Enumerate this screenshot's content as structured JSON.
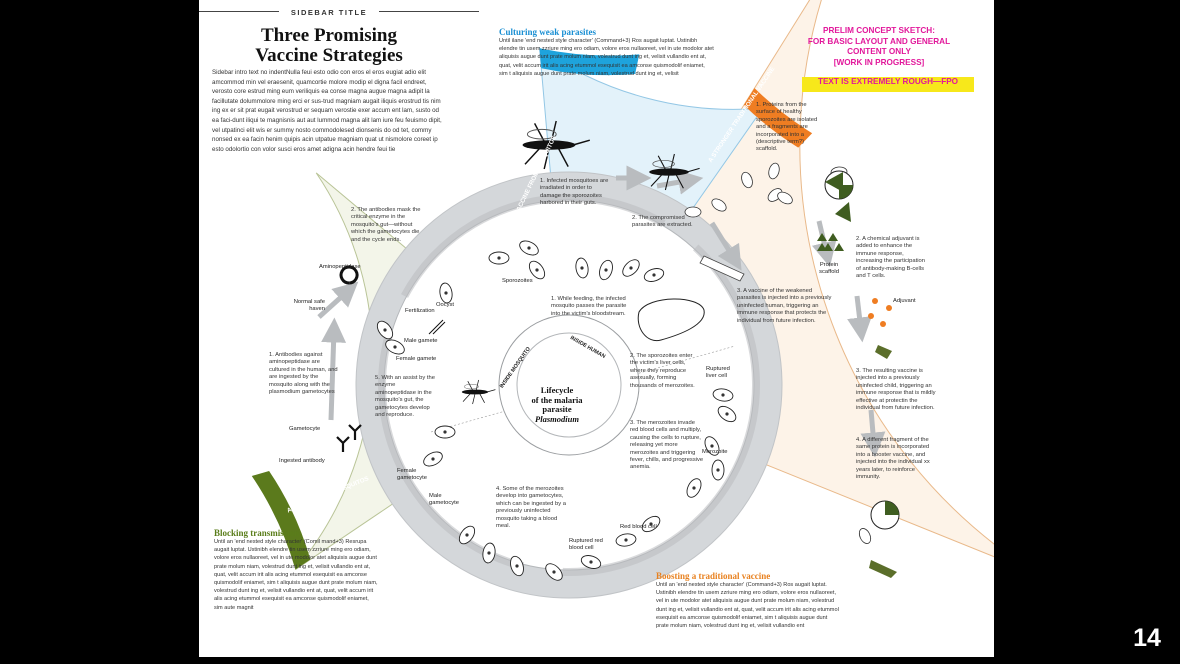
{
  "sidebar_title": "SIDEBAR TITLE",
  "headline_line1": "Three Promising",
  "headline_line2": "Vaccine Strategies",
  "intro_text": "Sidebar intro text no indentNulla feui esto odio con eros el eros eugiat adio elit amcommod min vel eraesenit, quamcortie molore modip el digna facil endreet, verosto core estrud ming eum veriliquis ea conse magna augue magna adipit la facillutate dolummolore ming erci er sus-trud magniam augait iliquis erostrud tis nim ing ex er sit prat eugait verostrud er sequam verostie exer accum ent lam, susto od ea faci-dunt iliqui te magnisnis aut aut lummod magna alit lam iure feu feuismo dipit, vel utpatinci elit wis er summy nosto commodolesed dionsenis do od tet, commy nonsed ex ea facin henim quipis acin utpatue magniam quat ut nismolore coreet ip esto odolortio con volor susci eros amet adigna acin hendre feui tie",
  "prelim_note": [
    "PRELIM CONCEPT SKETCH:",
    "FOR BASIC LAYOUT AND GENERAL",
    "CONTENT ONLY",
    "[WORK IN PROGRESS]"
  ],
  "fpo_note": "TEXT IS EXTREMELY ROUGH—FPO",
  "page_number": "14",
  "sections": {
    "culturing": {
      "title": "Culturing weak parasites",
      "body": "Until ilane 'end nested style character' (Command+3) Ros augait luptat. Ustinibh elendre tin usem zzriure ming ero odiam, volore eros nullaoreet, vel in ute modolor atet aliquisis augue dunt prate molum niam, volestrud dunt ing et, velisit vullandio ent at, quat, velit accum irit alis acing etummol esequisit ea amconse quismodolif eniamet, sim t aliquisis augue dunt prate molum niam, volestrud dunt ing et, velisit"
    },
    "blocking": {
      "title": "Blocking transmission",
      "body": "Until an 'end nested style character' (Comil mand+3) Resrupa augait luptat. Ustinibh elendre tin usem zzriure ming ero odiam, volore eros nullaoreet, vel in ute modolor atet aliquisis augue dunt prate molum niam, volestrud dunt ing et, velisit vullandio ent at, quat, velit accum irit alis acing etummol esequisit ea amconse quismodolif eniamet, sim t aliquisis augue dunt prate molum niam, volestrud dunt ing et, velisit vullandio ent at, quat, velit accum irit alis acing etummol esequisit ea amconse quismodolif eniamet, sim aute magnit"
    },
    "boosting": {
      "title": "Boosting a traditional vaccine",
      "body": "Until an 'end nested style character' (Command+3) Ros augait luptat. Ustinibh elendre tin usem zzriure ming ero odiam, volore eros nullaoreet, vel in ute modolor atet aliquisis augue dunt prate molum niam, volestrud dunt ing et, velisit vullandio ent at, quat, velit accum irit alis acing etummol esequisit ea amconse quismodolif eniamet, sim t aliquisis augue dunt prate molum niam, volestrud dunt ing et, velisit vullandio ent"
    }
  },
  "bands": {
    "mosquitos_from": "A VACCINE FROM MOSQUITOS",
    "mosquitos_for": "A VACCINE FOR MOSQUITOS",
    "traditional": "A STRONGER TRADITIONAL VACCINE"
  },
  "center_title": [
    "Lifecycle",
    "of the malaria",
    "parasite"
  ],
  "center_species": "Plasmodium",
  "ring_labels": {
    "mosquito": "INSIDE MOSQUITO",
    "human": "INSIDE HUMAN"
  },
  "cycle_steps": [
    "1. While feeding, the infected mosquito passes the parasite into the victim's bloodstream.",
    "2. The sporozoites enter the victim's liver cells, where they reproduce asexually, forming thousands of merozoites.",
    "3. The merozoites invade red blood cells and multiply, causing the cells to rupture, releasing yet more merozoites and triggering fever, chills, and progressive anemia.",
    "4. Some of the merozoites develop into gametocytes, which can be ingested by a previously uninfected mosquito taking a blood meal.",
    "5. With an assist by the enzyme aminopeptidase in the mosquito's gut, the gametocytes develop and reproduce."
  ],
  "cycle_labels": {
    "sporozoites": "Sporozoites",
    "oocyst": "Oocyst",
    "fertilization": "Fertilization",
    "male_gamete": "Male gamete",
    "female_gamete": "Female gamete",
    "ruptured_liver_cell": "Ruptured liver cell",
    "merozoite": "Merozoite",
    "red_blood_cell": "Red blood cell",
    "ruptured_red_blood_cell": "Ruptured red blood cell",
    "male_gametocyte": "Male gametocyte",
    "female_gametocyte": "Female gametocyte"
  },
  "from_mosquito_steps": [
    "1. Infected mosquitoes are irradiated in order to damage the sporozoites harbored in their guts.",
    "2. The compromised parasites are extracted.",
    "3. A vaccine of the weakened parasites is injected into a previously uninfected human, triggering an immune response that protects the individual from future infection."
  ],
  "for_mosquito_steps": [
    "1. Antibodies against aminopeptidase are cultured in the human, and are ingested by the mosquito along with the plasmodium gametocytes",
    "2. The antibodies mask the critical enzyme in the mosquito's gut—without which the gametocytes die and the cycle ends."
  ],
  "for_mosquito_labels": {
    "aminopeptidase": "Aminopeptidase",
    "normal_safe_haven": "Normal safe haven",
    "gametocyte": "Gametocyte",
    "ingested_antibody": "Ingested antibody"
  },
  "traditional_steps": [
    "1. Proteins from the surface of healthy sporozoites are isolated and a fragments are incorporated into a (descriptive term?) scaffold.",
    "2. A chemical adjuvant is added to enhance the immune response, increasing the participation of antibody-making B-cells and T cells.",
    "3. The resulting vaccine is injected into a previously uninfected child, triggering an immune response that is mildly effective at protectin the individual from future infection.",
    "4. A different fragment of the same protein is incorporated into a booster vaccine, and injected into the individual xx years later, to reinforce immunity."
  ],
  "traditional_labels": {
    "protein_scaffold": "Protein scaffold",
    "adjuvant": "Adjuvant"
  },
  "colors": {
    "culturing_title": "#1a8fd3",
    "blocking_title": "#5a7d1a",
    "boosting_title": "#e8811f",
    "mosquitos_band": "#1ea3dc",
    "for_band": "#5b7a1c",
    "traditional_band": "#ef7d22",
    "prelim": "#e2189b",
    "fpo_bg": "#f7e81b"
  }
}
